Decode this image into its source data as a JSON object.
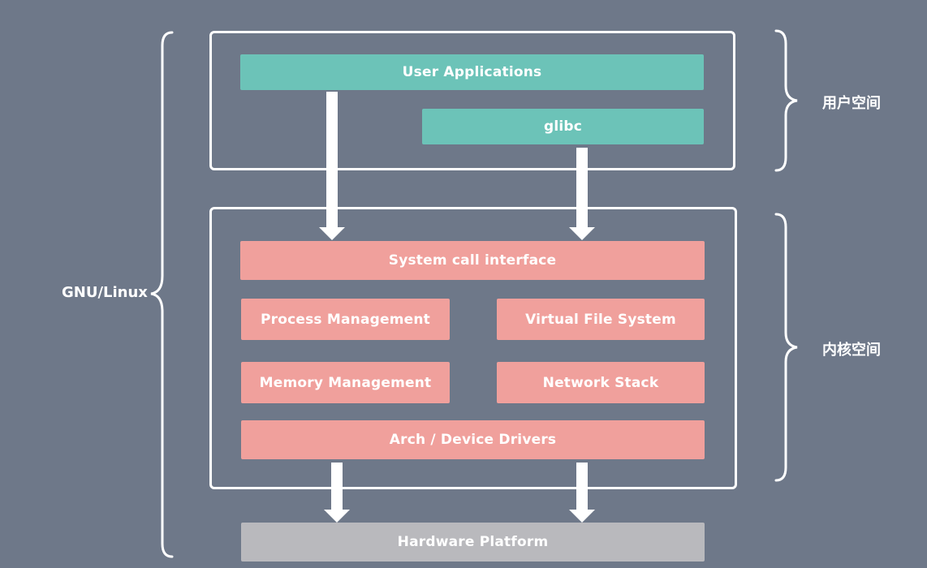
{
  "diagram": {
    "gnu_linux_label": "GNU/Linux",
    "user_space_label": "用户空间",
    "kernel_space_label": "内核空间",
    "blocks": {
      "user_applications": "User Applications",
      "glibc": "glibc",
      "system_call_interface": "System call interface",
      "process_management": "Process Management",
      "virtual_file_system": "Virtual File System",
      "memory_management": "Memory Management",
      "network_stack": "Network Stack",
      "arch_device_drivers": "Arch / Device Drivers",
      "hardware_platform": "Hardware Platform"
    },
    "colors": {
      "background": "#6e7889",
      "user_space_block": "#6cc3b8",
      "kernel_block": "#f0a09c",
      "hardware_block": "#b9b9bd",
      "lines": "#ffffff"
    }
  }
}
